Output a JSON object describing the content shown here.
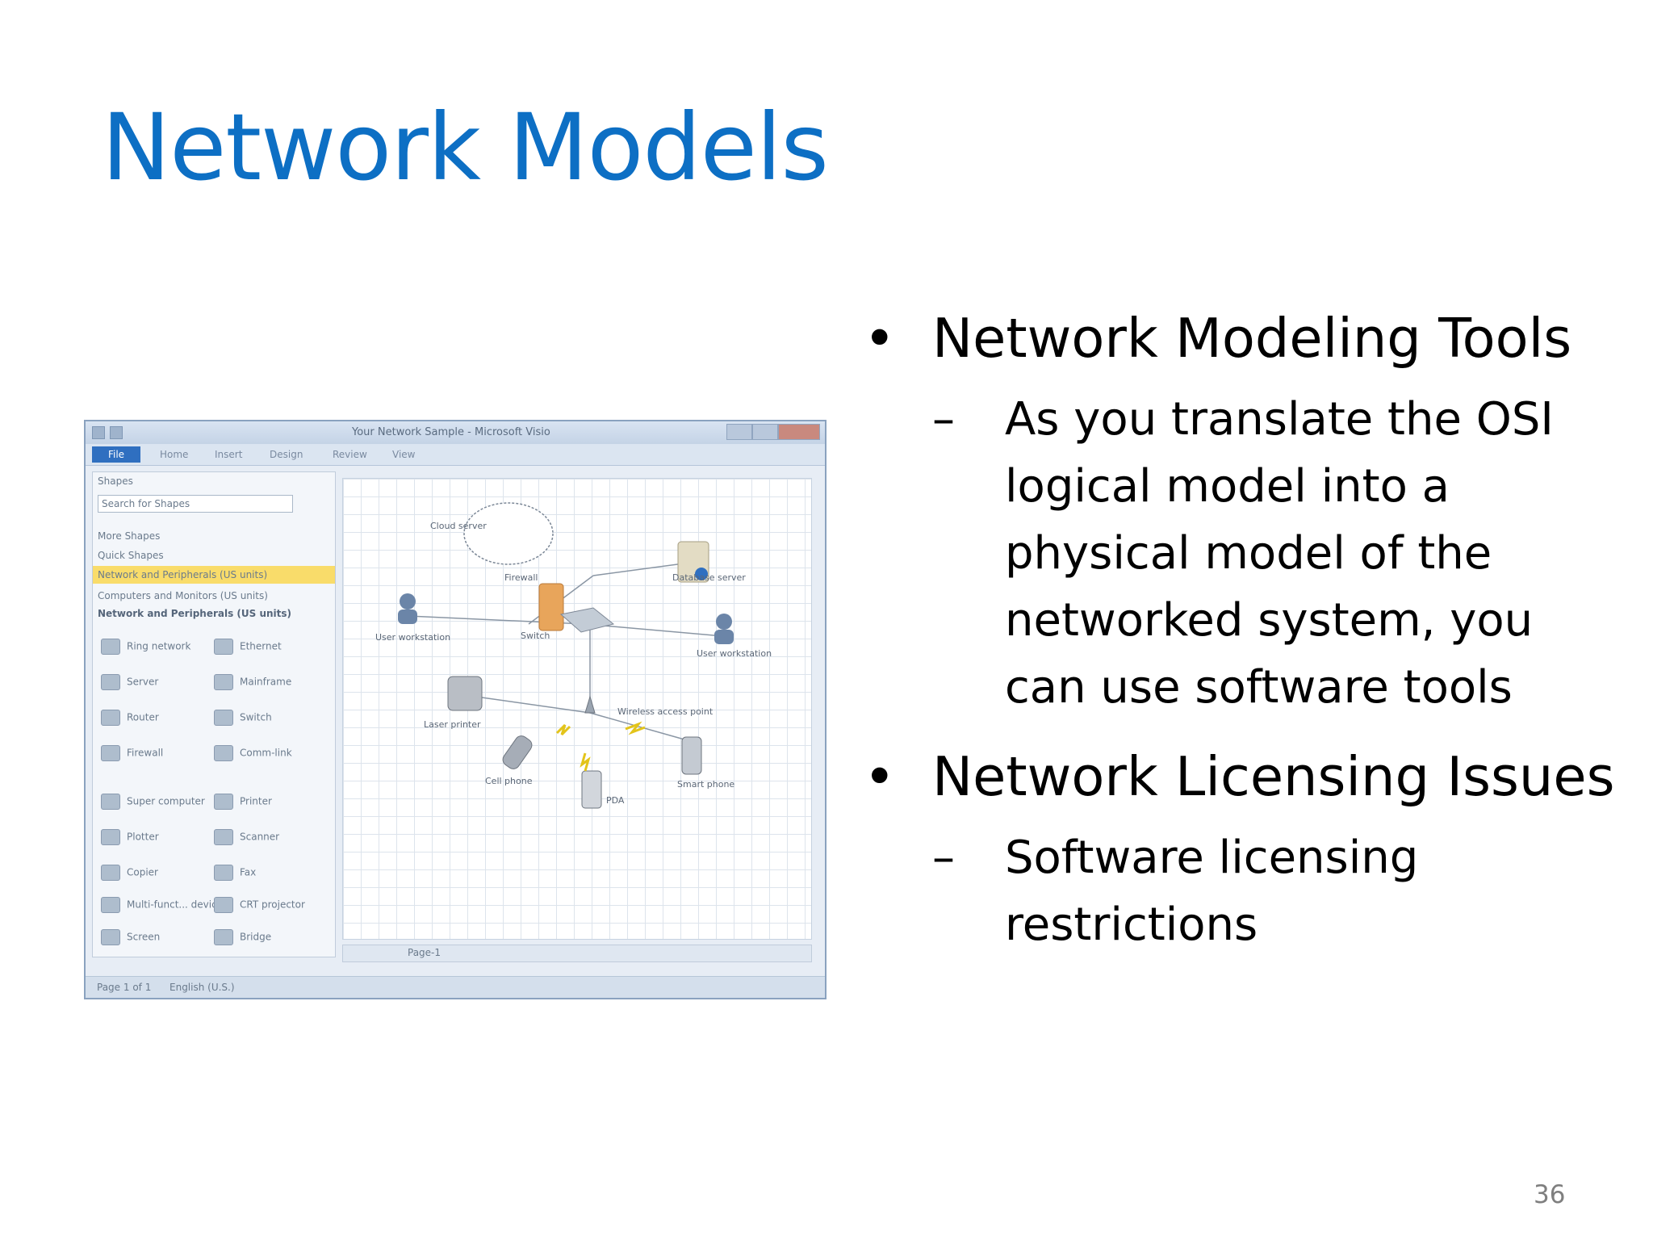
{
  "slide": {
    "title": "Network Models",
    "page_number": "36",
    "bullets": [
      {
        "text": "Network Modeling Tools",
        "sub": [
          "As you translate the OSI logical model into a physical model of the networked system, you can use software tools"
        ]
      },
      {
        "text": "Network Licensing Issues",
        "sub": [
          "Software licensing restrictions"
        ]
      }
    ]
  },
  "screenshot": {
    "window_title": "Your Network Sample - Microsoft Visio",
    "ribbon": {
      "file": "File",
      "tabs": [
        "Home",
        "Insert",
        "Design",
        "Review",
        "View"
      ]
    },
    "shapes_panel": {
      "header": "Shapes",
      "search_placeholder": "Search for Shapes",
      "items": [
        "More Shapes",
        "Quick Shapes",
        "Network and Peripherals (US units)",
        "Computers and Monitors (US units)"
      ],
      "stencil_title": "Network and Peripherals (US units)",
      "shapes": [
        "Ring network",
        "Ethernet",
        "Server",
        "Mainframe",
        "Router",
        "Switch",
        "Firewall",
        "Comm-link",
        "Super computer",
        "Printer",
        "Plotter",
        "Scanner",
        "Copier",
        "Fax",
        "Multi-funct... device",
        "CRT projector",
        "Screen",
        "Bridge"
      ]
    },
    "diagram_labels": {
      "cloud": "Cloud server",
      "firewall": "Firewall",
      "db": "Database server",
      "switch": "Switch",
      "ws_left": "User workstation",
      "ws_right": "User workstation",
      "wap": "Wireless access point",
      "printer": "Laser printer",
      "cell": "Cell phone",
      "smart": "Smart phone",
      "pda": "PDA"
    },
    "page_tab": "Page-1",
    "status": {
      "page": "Page 1 of 1",
      "language": "English (U.S.)"
    }
  }
}
